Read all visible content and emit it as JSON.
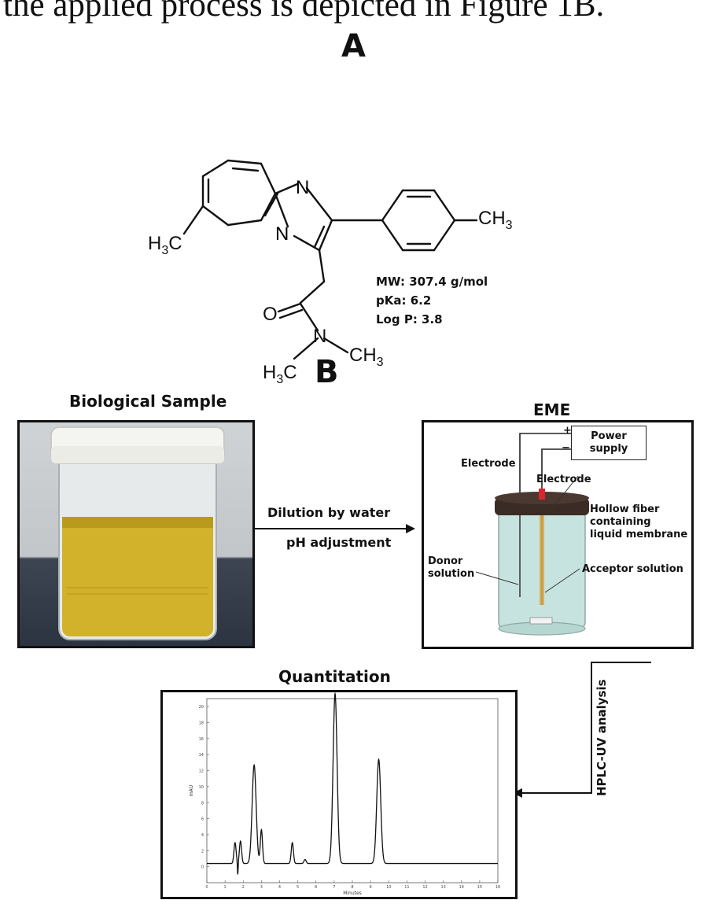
{
  "intro_text": "the applied process is depicted in Figure 1B.",
  "panel_a": {
    "letter": "A",
    "labels": {
      "n_top": "N",
      "n_ring": "N",
      "ch3_right": "CH",
      "h3c_left": "H",
      "oxygen": "O",
      "n_amide": "N",
      "ch3_amide": "CH",
      "h3c_amide": "H"
    },
    "properties": [
      "MW: 307.4 g/mol",
      "pKa: 6.2",
      "Log P: 3.8"
    ]
  },
  "panel_b": {
    "letter": "B",
    "sample_title": "Biological Sample",
    "arrow_labels": [
      "Dilution by water",
      "pH adjustment"
    ],
    "eme": {
      "title": "EME",
      "plus": "+",
      "minus": "−",
      "power_supply": "Power\nsupply",
      "electrode_left": "Electrode",
      "electrode_right": "Electrode",
      "hollow_fiber": "Hollow fiber\ncontaining\nliquid membrane",
      "donor": "Donor\nsolution",
      "acceptor": "Acceptor solution"
    },
    "analysis_label": "HPLC-UV analysis",
    "quant_title": "Quantitation"
  },
  "chart_data": {
    "type": "line",
    "title": "",
    "xlabel": "Minutes",
    "ylabel": "mAU",
    "xlim": [
      0,
      16
    ],
    "ylim": [
      -2,
      21
    ],
    "xticks": [
      0,
      1,
      2,
      3,
      4,
      5,
      6,
      7,
      8,
      9,
      10,
      11,
      12,
      13,
      14,
      15,
      16
    ],
    "yticks": [
      0,
      2,
      4,
      6,
      8,
      10,
      12,
      14,
      16,
      18,
      20
    ],
    "baseline": 0.4,
    "peaks": [
      {
        "rt": 1.55,
        "height": 2.6
      },
      {
        "rt": 1.85,
        "height": 2.8
      },
      {
        "rt": 2.6,
        "height": 12.3
      },
      {
        "rt": 3.0,
        "height": 4.2
      },
      {
        "rt": 4.7,
        "height": 2.6
      },
      {
        "rt": 5.4,
        "height": 0.5
      },
      {
        "rt": 7.05,
        "height": 21.2
      },
      {
        "rt": 9.45,
        "height": 13.0
      }
    ],
    "dip": {
      "rt": 1.7,
      "depth": -1.6
    }
  },
  "colors": {
    "urine": "#d2b22a",
    "lid": "#f4f4f0",
    "cap": "#3b2b25",
    "cylinder": "#bfe0dc",
    "needle": "#d9252e",
    "fiber": "#d7a74a"
  }
}
